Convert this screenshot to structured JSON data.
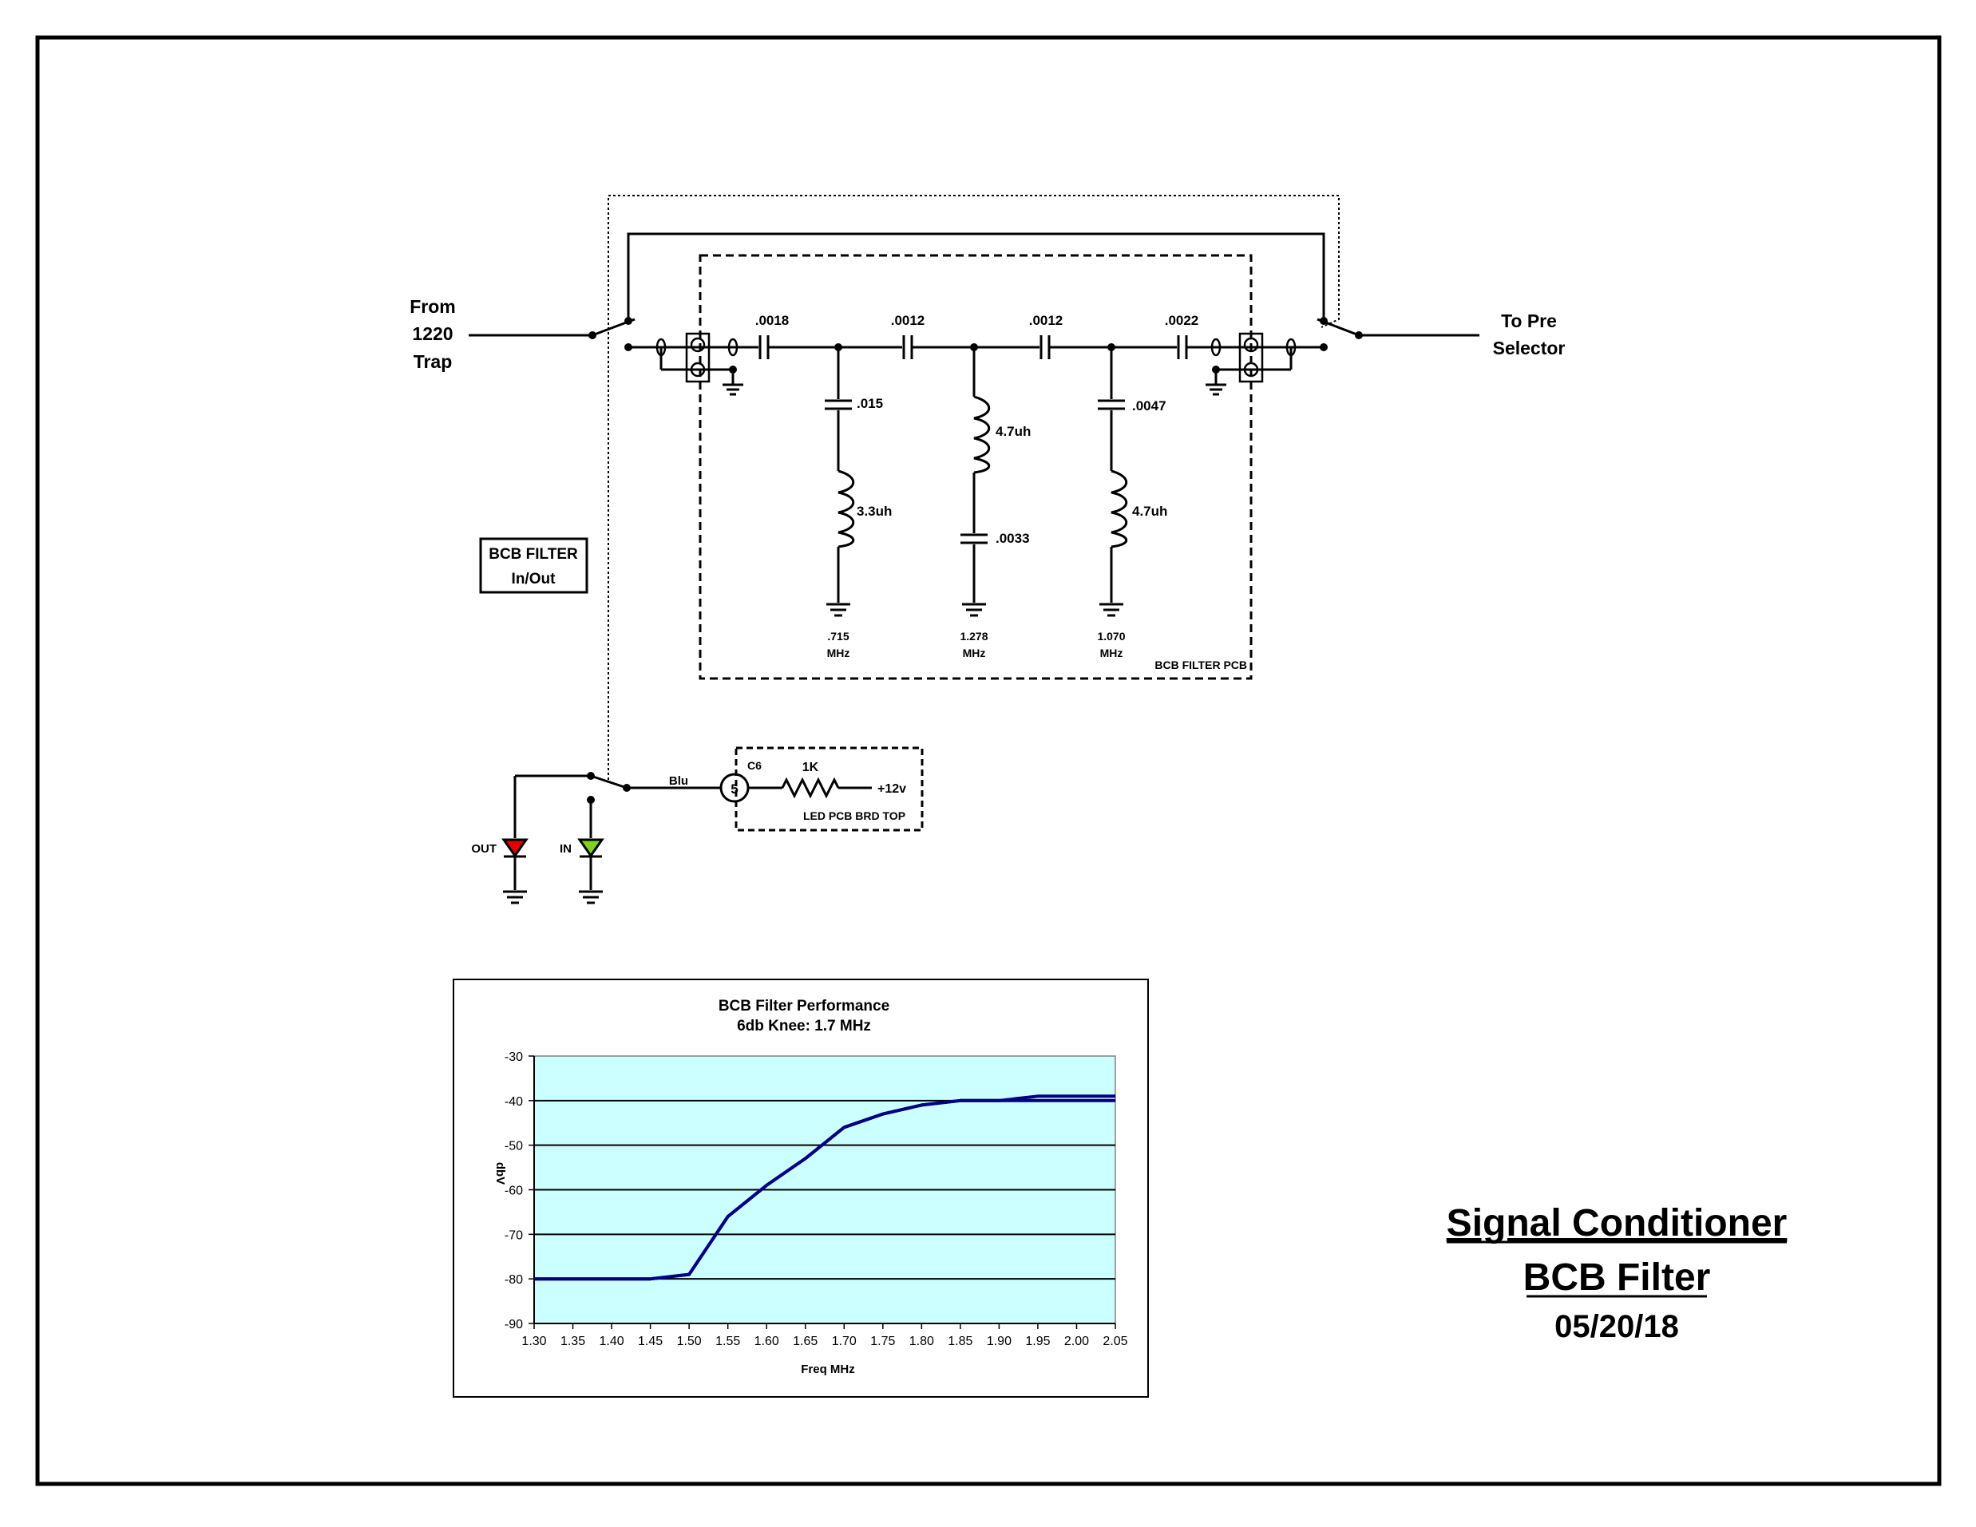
{
  "schematic": {
    "input_label": [
      "From",
      "1220",
      "Trap"
    ],
    "output_label": [
      "To Pre",
      "Selector"
    ],
    "series_caps": [
      ".0018",
      ".0012",
      ".0012",
      ".0022"
    ],
    "shunt_branches": [
      {
        "cap": ".015",
        "inductor": "3.3uh",
        "freq": [
          ".715",
          "MHz"
        ]
      },
      {
        "cap": ".0033",
        "inductor": "4.7uh",
        "freq": [
          "1.278",
          "MHz"
        ]
      },
      {
        "cap": ".0047",
        "inductor": "4.7uh",
        "freq": [
          "1.070",
          "MHz"
        ]
      }
    ],
    "pcb_label": "BCB FILTER PCB",
    "switch_box": [
      "BCB FILTER",
      "In/Out"
    ],
    "led_circuit": {
      "wire_label": "Blu",
      "connector": "C6",
      "pin": "5",
      "resistor": "1K",
      "supply": "+12v",
      "board_label": "LED PCB BRD TOP",
      "led_out_label": "OUT",
      "led_in_label": "IN",
      "led_out_color": "#e00000",
      "led_in_color": "#7ed321"
    }
  },
  "chart_data": {
    "type": "line",
    "title": "BCB Filter Performance",
    "subtitle": "6db Knee: 1.7 MHz",
    "xlabel": "Freq MHz",
    "ylabel": "dbV",
    "x": [
      1.3,
      1.35,
      1.4,
      1.45,
      1.5,
      1.55,
      1.6,
      1.65,
      1.7,
      1.75,
      1.8,
      1.85,
      1.9,
      1.95,
      2.0,
      2.05
    ],
    "x_tick_labels": [
      "1.30",
      "1.35",
      "1.40",
      "1.45",
      "1.50",
      "1.55",
      "1.60",
      "1.65",
      "1.70",
      "1.75",
      "1.80",
      "1.85",
      "1.90",
      "1.95",
      "2.00",
      "2.05"
    ],
    "y_tick_labels": [
      "-30",
      "-40",
      "-50",
      "-60",
      "-70",
      "-80",
      "-90"
    ],
    "y_ticks": [
      -30,
      -40,
      -50,
      -60,
      -70,
      -80,
      -90
    ],
    "xlim": [
      1.3,
      2.05
    ],
    "ylim": [
      -90,
      -30
    ],
    "series": [
      {
        "values": [
          -80,
          -80,
          -80,
          -80,
          -79,
          -66,
          -59,
          -53,
          -46,
          -43,
          -41,
          -40,
          -40,
          -39,
          -39,
          -39
        ],
        "color": "#000080"
      },
      {
        "values": [
          -80,
          -80,
          -80,
          -80,
          -79,
          -66,
          -59,
          -53,
          -46,
          -43,
          -41,
          -40,
          -40,
          -40,
          -40,
          -40
        ],
        "color": "#000080"
      }
    ],
    "plot_bg": "#ccffff",
    "grid": true
  },
  "title_block": {
    "line1": "Signal Conditioner",
    "line2": "BCB Filter",
    "date": "05/20/18"
  }
}
